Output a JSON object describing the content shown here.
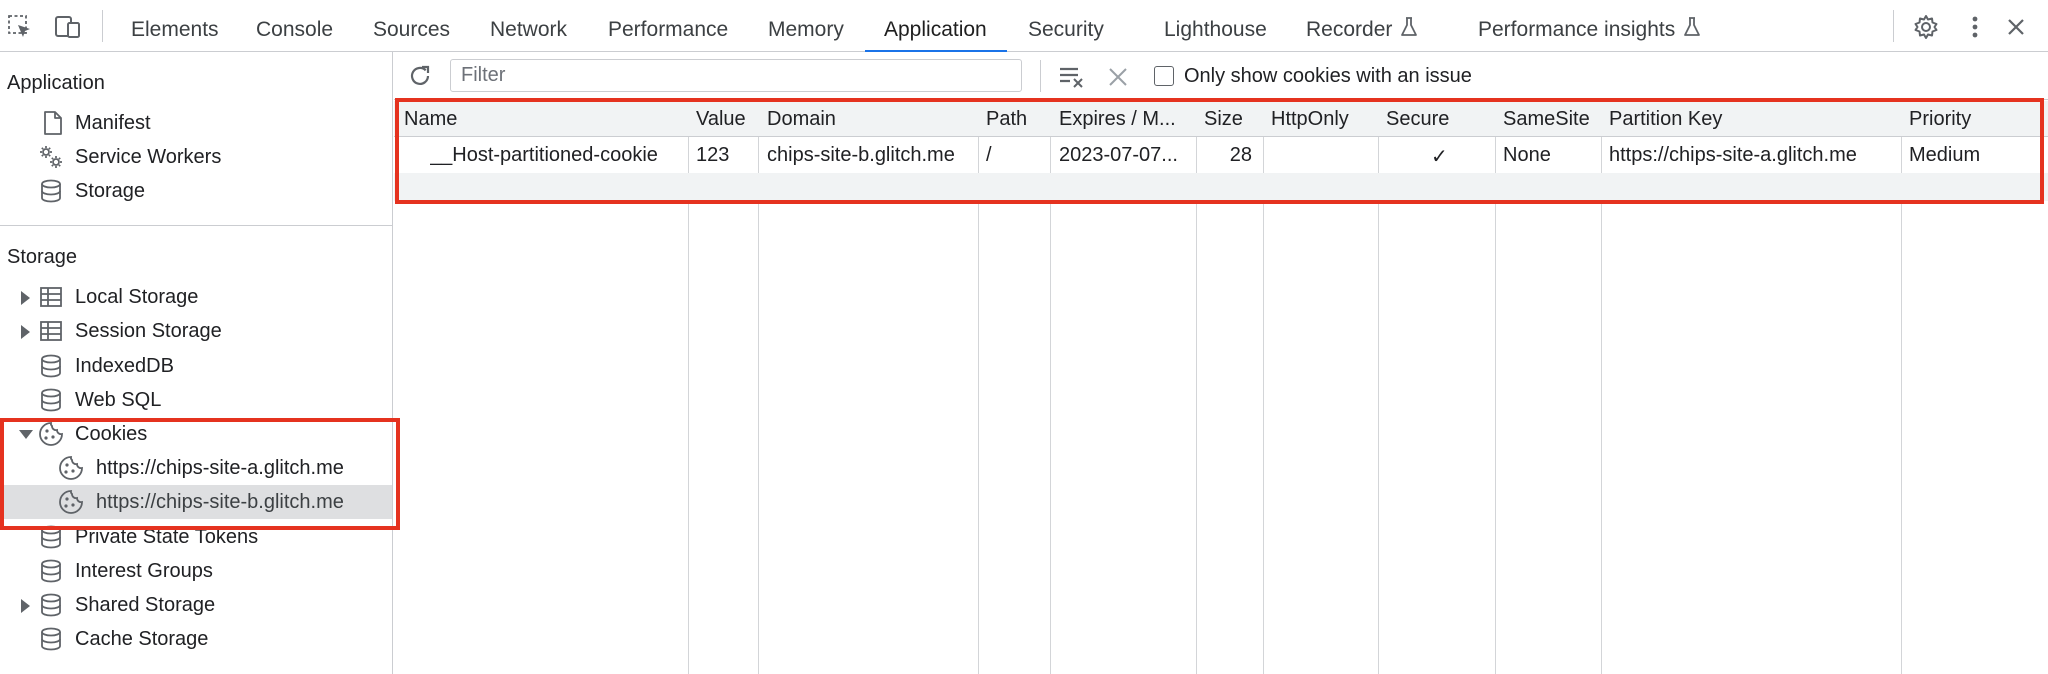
{
  "toolbar": {
    "tabs": [
      {
        "label": "Elements"
      },
      {
        "label": "Console"
      },
      {
        "label": "Sources"
      },
      {
        "label": "Network"
      },
      {
        "label": "Performance"
      },
      {
        "label": "Memory"
      },
      {
        "label": "Application",
        "active": true
      },
      {
        "label": "Security"
      },
      {
        "label": "Lighthouse"
      },
      {
        "label": "Recorder",
        "icon": "flask-icon"
      },
      {
        "label": "Performance insights",
        "icon": "flask-icon"
      }
    ],
    "icons": [
      "inspect-element-icon",
      "device-toolbar-icon",
      "settings-icon",
      "more-options-icon",
      "close-icon"
    ]
  },
  "sidebar": {
    "application": {
      "title": "Application",
      "items": [
        {
          "label": "Manifest",
          "icon": "document-icon"
        },
        {
          "label": "Service Workers",
          "icon": "gears-icon"
        },
        {
          "label": "Storage",
          "icon": "database-icon"
        }
      ]
    },
    "storage": {
      "title": "Storage",
      "items": [
        {
          "label": "Local Storage",
          "icon": "table-icon",
          "expander": "collapsed"
        },
        {
          "label": "Session Storage",
          "icon": "table-icon",
          "expander": "collapsed"
        },
        {
          "label": "IndexedDB",
          "icon": "database-icon"
        },
        {
          "label": "Web SQL",
          "icon": "database-icon"
        },
        {
          "label": "Cookies",
          "icon": "cookie-icon",
          "expander": "expanded"
        },
        {
          "label": "https://chips-site-a.glitch.me",
          "icon": "cookie-icon"
        },
        {
          "label": "https://chips-site-b.glitch.me",
          "icon": "cookie-icon",
          "selected": true
        },
        {
          "label": "Private State Tokens",
          "icon": "database-icon"
        },
        {
          "label": "Interest Groups",
          "icon": "database-icon"
        },
        {
          "label": "Shared Storage",
          "icon": "database-icon",
          "expander": "collapsed"
        },
        {
          "label": "Cache Storage",
          "icon": "database-icon"
        }
      ]
    }
  },
  "cookies": {
    "filter": {
      "placeholder": "Filter",
      "value": ""
    },
    "only_issues_label": "Only show cookies with an issue",
    "only_issues_checked": false,
    "columns": [
      "Name",
      "Value",
      "Domain",
      "Path",
      "Expires / M...",
      "Size",
      "HttpOnly",
      "Secure",
      "SameSite",
      "Partition Key",
      "Priority"
    ],
    "rows": [
      {
        "name": "__Host-partitioned-cookie",
        "value": "123",
        "domain": "chips-site-b.glitch.me",
        "path": "/",
        "expires": "2023-07-07...",
        "size": "28",
        "httponly": "",
        "secure": "✓",
        "samesite": "None",
        "partition_key": "https://chips-site-a.glitch.me",
        "priority": "Medium"
      }
    ]
  },
  "highlight_color": "#e5321f",
  "accent_color": "#1a73e8"
}
